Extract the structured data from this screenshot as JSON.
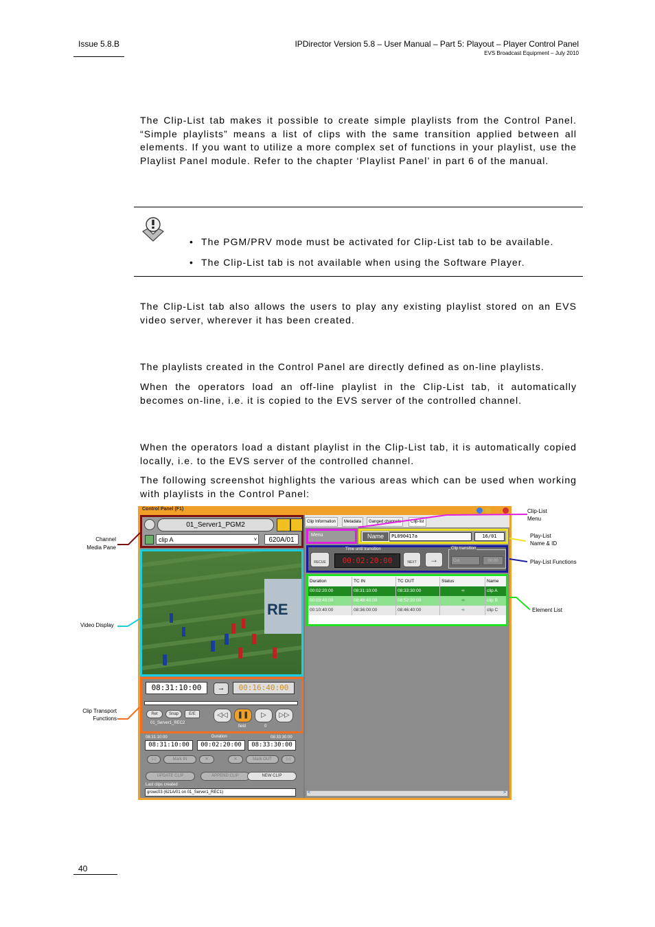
{
  "header": {
    "issue": "Issue 5.8.B",
    "title": "IPDirector Version 5.8 – User Manual – Part 5: Playout – Player Control Panel",
    "subtitle": "EVS Broadcast Equipment – July 2010"
  },
  "paragraphs": {
    "p1": "The Clip-List tab makes it possible to create simple playlists from the Control Panel. “Simple playlists” means a list of clips with the same transition applied between all elements. If you want to utilize a more complex set of functions in your playlist, use the Playlist Panel module. Refer to the chapter ‘Playlist Panel’ in part 6 of the manual.",
    "p2": "The Clip-List tab also allows the users to play any existing playlist stored on an EVS video server, wherever it has been created.",
    "p3": "The playlists created in the Control Panel are directly defined as on-line playlists.",
    "p4": "When the operators load an off-line playlist in the Clip-List tab, it automatically becomes on-line, i.e. it is copied to the EVS server of the controlled channel.",
    "p5": "When the operators load a distant playlist in the Clip-List tab, it is automatically copied locally, i.e. to the EVS server of the controlled channel.",
    "p6": "The following screenshot highlights the various areas which can be used when working with playlists in the Control Panel:"
  },
  "note": {
    "icon": "important-note-icon",
    "bullets": [
      "The PGM/PRV mode must be activated for Clip-List tab to be available.",
      "The Clip-List tab is not available when using the Software Player."
    ]
  },
  "screenshot": {
    "window_title": "Control Panel (F1)",
    "channel": "01_Server1_PGM2",
    "clip_name": "clip A",
    "clip_id": "620A/01",
    "tabs": [
      "Clip Information",
      "Metadata",
      "Ganged channels",
      "Clip-list"
    ],
    "menu_label": "Menu",
    "name_label": "Name",
    "playlist_name": "PL090417a",
    "playlist_id": "16/01",
    "recue_label": "RECUE",
    "next_label": "NEXT",
    "time_until_transition_label": "Time until transition",
    "time_until_transition": "00:02:20:00",
    "clip_transition_label": "Clip transition",
    "transition_value": "Cut",
    "transition_duration": "00:00",
    "columns": [
      "Duration",
      "TC IN",
      "TC OUT",
      "Status",
      "Name"
    ],
    "rows": [
      {
        "duration": "00:02:20:00",
        "tc_in": "08:31:10:00",
        "tc_out": "08:33:30:00",
        "name": "clip A"
      },
      {
        "duration": "00:03:40:00",
        "tc_in": "08:48:40:00",
        "tc_out": "08:52:20:00",
        "name": "clip B"
      },
      {
        "duration": "00:10:40:00",
        "tc_in": "08:36:00:00",
        "tc_out": "08:46:40:00",
        "name": "clip C"
      }
    ],
    "tc_current": "08:31:10:00",
    "tc_remaining": "00:16:40:00",
    "ret_label": "Ret",
    "snap_label": "Snap",
    "ee_label": "E/E",
    "recorder_label": "01_Server1_REC2",
    "field_label": "field",
    "field_value": "0",
    "mark_in_tc_small": "08:31:10:00",
    "duration_label": "Duration",
    "mark_out_tc_small": "08:33:30:00",
    "mark_in_tc": "08:31:10:00",
    "duration_tc": "00:02:20:00",
    "mark_out_tc": "08:33:30:00",
    "mark_in_label": "Mark IN",
    "mark_out_label": "Mark OUT",
    "update_clip": "UPDATE CLIP",
    "append_clip": "APPEND CLIP",
    "new_clip": "NEW CLIP",
    "last_clips_created": "Last clips created",
    "last_clip_value": "growc03 (621A/01 on 01_Server1_REC1)"
  },
  "callouts": {
    "channel_media_pane": [
      "Channel",
      "Media Pane"
    ],
    "video_display": "Video Display",
    "clip_transport": [
      "Clip Transport",
      "Functions"
    ],
    "clip_list_menu": [
      "Clip-List",
      "Menu"
    ],
    "playlist_name_id": [
      "Play-List",
      "Name & ID"
    ],
    "playlist_functions": "Play-List Functions",
    "element_list": "Element List"
  },
  "colors": {
    "channel_media_pane": "#7a1010",
    "video_display": "#1ad0e0",
    "clip_transport": "#f07020",
    "clip_list_menu": "#e020e0",
    "playlist_name_id": "#f0e020",
    "playlist_functions": "#1a1aa0",
    "element_list": "#20e020",
    "window_frame": "#f0a028"
  },
  "footer": {
    "page_number": "40"
  }
}
